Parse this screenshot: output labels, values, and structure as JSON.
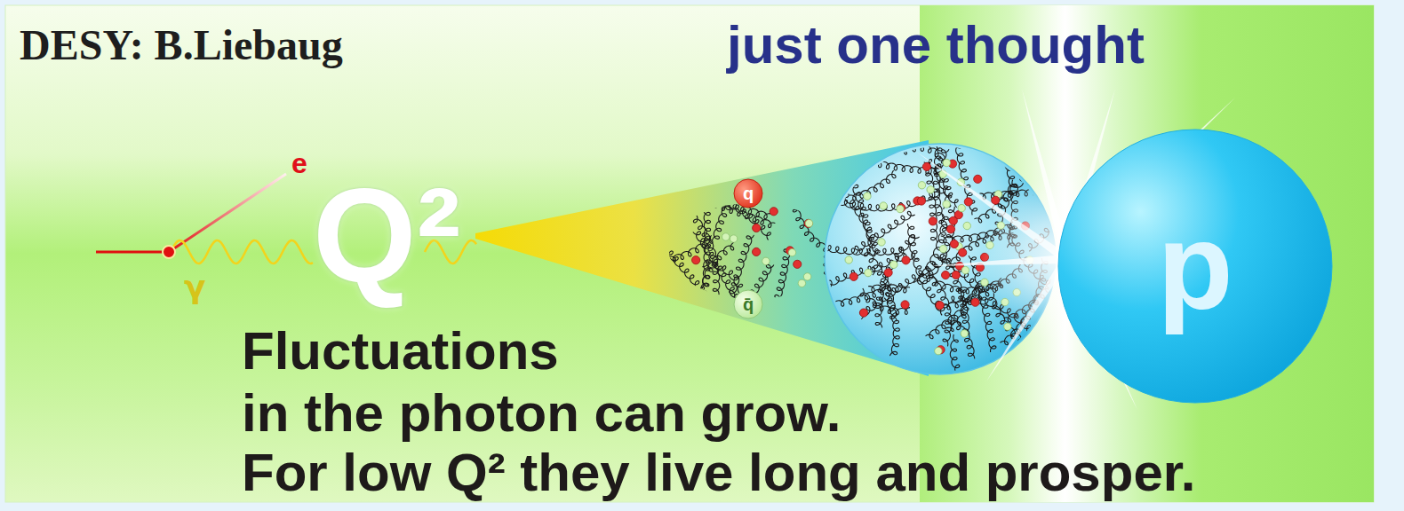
{
  "diagram": {
    "title": "just one thought",
    "nodes": [
      {
        "text": [
          "q"
        ]
      },
      {
        "text": [
          "q̄"
        ]
      },
      {
        "text": [
          "p"
        ]
      }
    ],
    "labels": [
      "DESY: B.Liebaug",
      "e",
      "γ",
      "Q²",
      "Fluctuations",
      "in the photon can grow.",
      "For low Q² they live long and prosper."
    ]
  }
}
